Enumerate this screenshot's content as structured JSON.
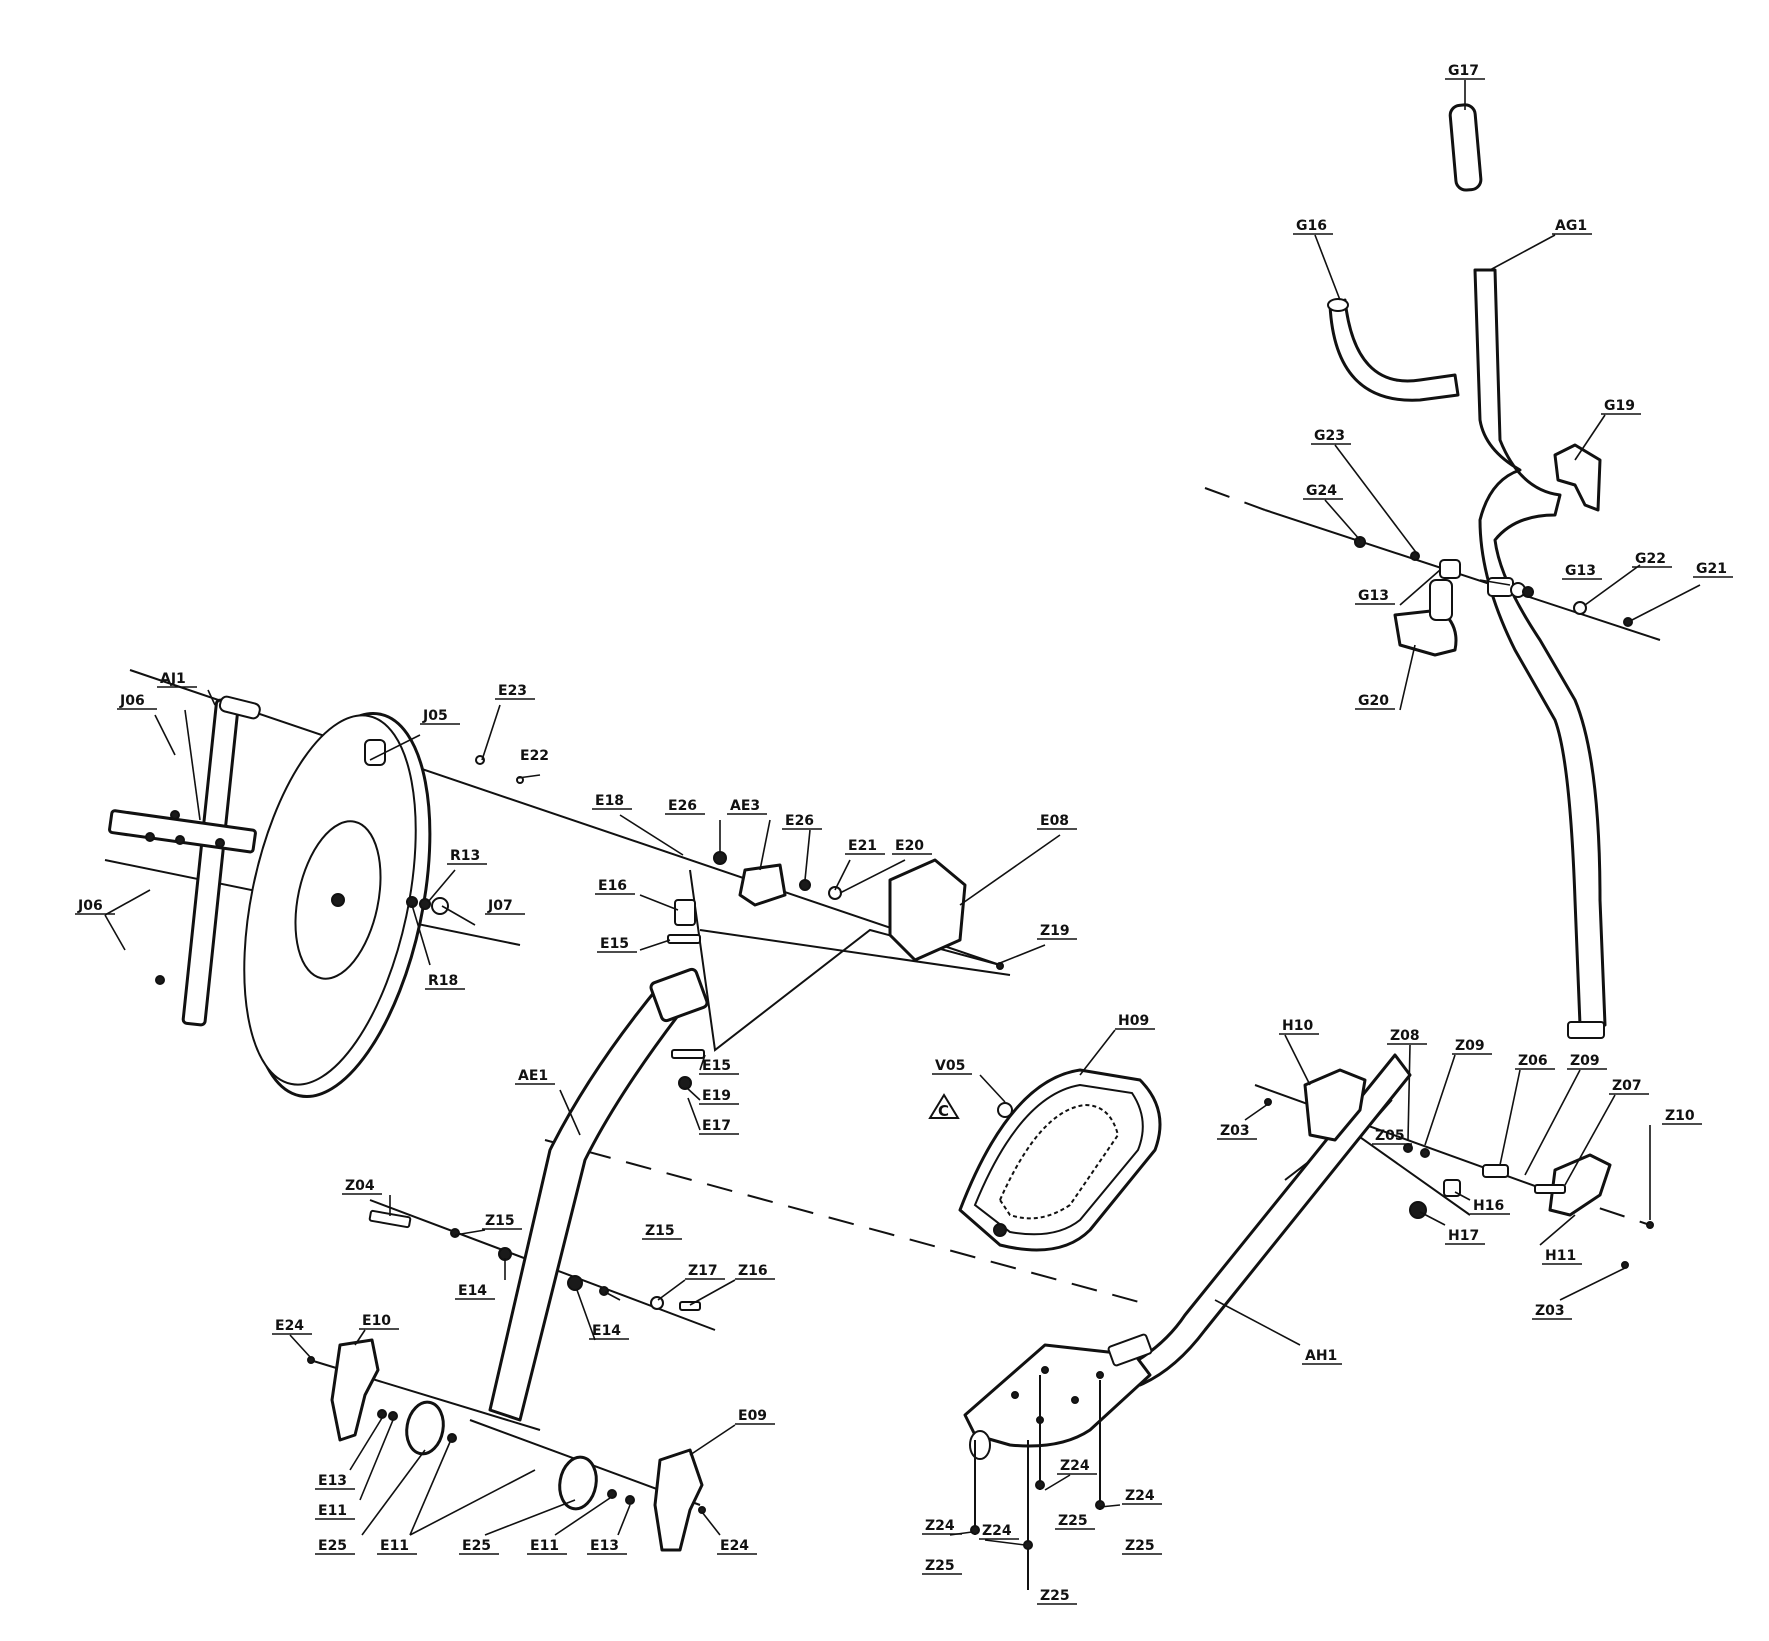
{
  "labels": {
    "G17": "G17",
    "G16": "G16",
    "AG1": "AG1",
    "G19": "G19",
    "G23": "G23",
    "G24": "G24",
    "G13a": "G13",
    "G13b": "G13",
    "G22": "G22",
    "G21": "G21",
    "G20": "G20",
    "AJ1": "AJ1",
    "J06a": "J06",
    "J06b": "J06",
    "J05": "J05",
    "E23": "E23",
    "E22": "E22",
    "R13": "R13",
    "J07": "J07",
    "R18": "R18",
    "E18": "E18",
    "E26a": "E26",
    "AE3": "AE3",
    "E26b": "E26",
    "E21": "E21",
    "E20": "E20",
    "E08": "E08",
    "E16": "E16",
    "E15a": "E15",
    "Z19": "Z19",
    "E15b": "E15",
    "E19": "E19",
    "E17": "E17",
    "AE1": "AE1",
    "Z04": "Z04",
    "Z15a": "Z15",
    "Z15b": "Z15",
    "E14a": "E14",
    "E14b": "E14",
    "Z17": "Z17",
    "Z16": "Z16",
    "E24a": "E24",
    "E10": "E10",
    "E13a": "E13",
    "E11a": "E11",
    "E25a": "E25",
    "E11b": "E11",
    "E25b": "E25",
    "E11c": "E11",
    "E13b": "E13",
    "E09": "E09",
    "E24b": "E24",
    "V05": "V05",
    "H09": "H09",
    "H10": "H10",
    "Z08": "Z08",
    "Z09a": "Z09",
    "Z06": "Z06",
    "Z09b": "Z09",
    "Z07": "Z07",
    "Z10": "Z10",
    "Z03a": "Z03",
    "Z05": "Z05",
    "H16": "H16",
    "H17": "H17",
    "H11": "H11",
    "Z03b": "Z03",
    "AH1": "AH1",
    "Z24a": "Z24",
    "Z24b": "Z24",
    "Z25a": "Z25",
    "Z25b": "Z25",
    "Z24c": "Z24",
    "Z24d": "Z24",
    "Z25c": "Z25",
    "Z25d": "Z25"
  },
  "warning_badge": "C"
}
